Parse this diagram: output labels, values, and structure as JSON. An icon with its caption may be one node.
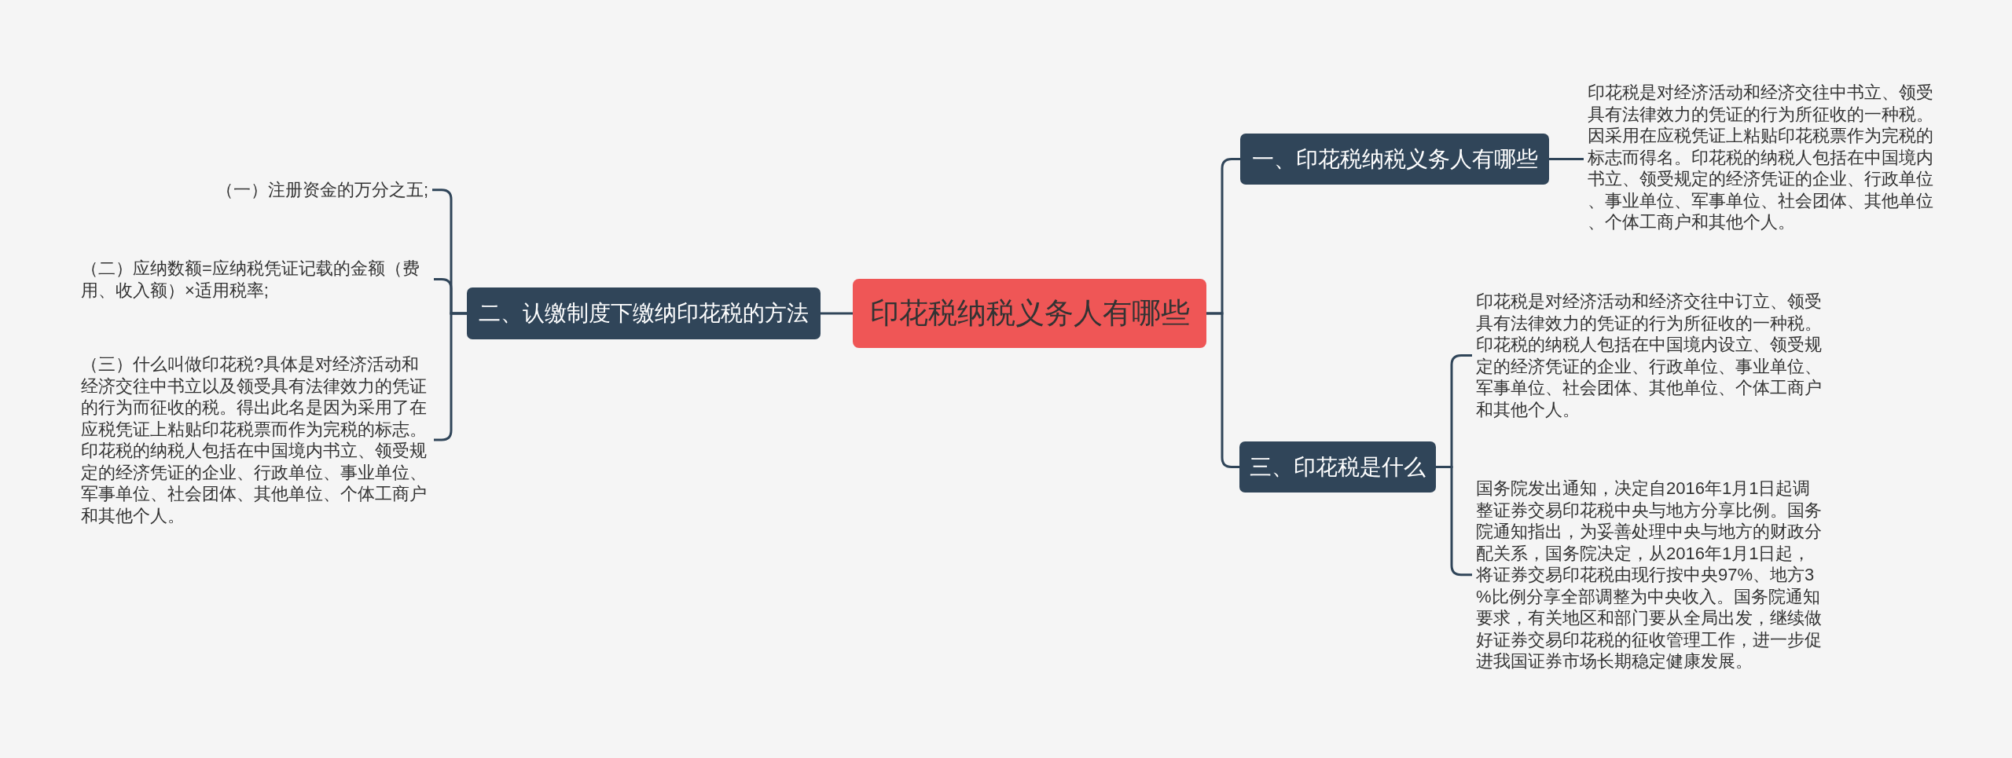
{
  "diagram": {
    "nodes": [
      {
        "text": [
          "印花税纳税义务人有哪些"
        ]
      },
      {
        "text": [
          "一、印花税纳税义务人有哪些"
        ]
      },
      {
        "text": [
          "印花税是对经济活动和经济交往中书立、领受具有法律效力的凭证的行为所征收的一种税。因采用在应税凭证上粘贴印花税票作为完税的标志而得名。印花税的纳税人包括在中国境内书立、领受规定的经济凭证的企业、行政单位、事业单位、军事单位、社会团体、其他单位、个体工商户和其他个人。"
        ]
      },
      {
        "text": [
          "二、认缴制度下缴纳印花税的方法"
        ]
      },
      {
        "text": [
          "（一）注册资金的万分之五;"
        ]
      },
      {
        "text": [
          "（二）应纳数额=应纳税凭证记载的金额（费用、收入额）×适用税率;"
        ]
      },
      {
        "text": [
          "（三）什么叫做印花税?具体是对经济活动和经济交往中书立以及领受具有法律效力的凭证的行为而征收的税。得出此名是因为采用了在应税凭证上粘贴印花税票而作为完税的标志。印花税的纳税人包括在中国境内书立、领受规定的经济凭证的企业、行政单位、事业单位、军事单位、社会团体、其他单位、个体工商户和其他个人。"
        ]
      },
      {
        "text": [
          "三、印花税是什么"
        ]
      },
      {
        "text": [
          "印花税是对经济活动和经济交往中订立、领受具有法律效力的凭证的行为所征收的一种税。印花税的纳税人包括在中国境内设立、领受规定的经济凭证的企业、行政单位、事业单位、军事单位、社会团体、其他单位、个体工商户和其他个人。"
        ]
      },
      {
        "text": [
          "国务院发出通知，决定自2016年1月1日起调整证券交易印花税中央与地方分享比例。国务院通知指出，为妥善处理中央与地方的财政分配关系，国务院决定，从2016年1月1日起，将证券交易印花税由现行按中央97%、地方3%比例分享全部调整为中央收入。国务院通知要求，有关地区和部门要从全局出发，继续做好证券交易印花税的征收管理工作，进一步促进我国证券市场长期稳定健康发展。"
        ]
      }
    ],
    "edges": [
      {
        "from": 0,
        "to": 1,
        "arrow": "none"
      },
      {
        "from": 1,
        "to": 2,
        "arrow": "none"
      },
      {
        "from": 0,
        "to": 3,
        "arrow": "none"
      },
      {
        "from": 3,
        "to": 4,
        "arrow": "none"
      },
      {
        "from": 3,
        "to": 5,
        "arrow": "none"
      },
      {
        "from": 3,
        "to": 6,
        "arrow": "none"
      },
      {
        "from": 0,
        "to": 7,
        "arrow": "none"
      },
      {
        "from": 7,
        "to": 8,
        "arrow": "none"
      },
      {
        "from": 7,
        "to": 9,
        "arrow": "none"
      }
    ]
  }
}
